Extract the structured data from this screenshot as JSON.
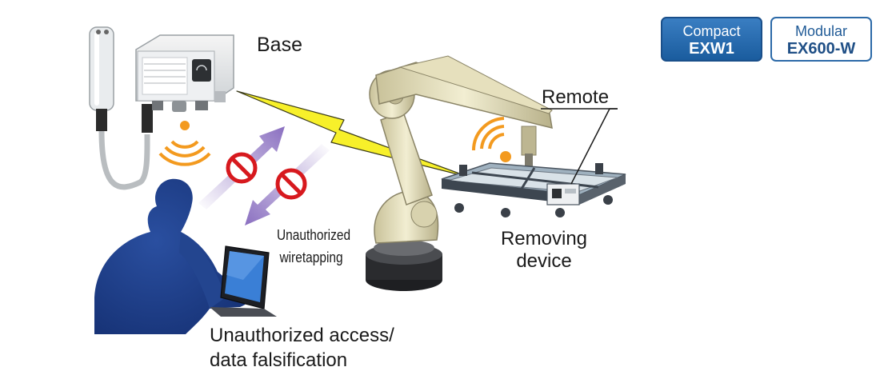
{
  "labels": {
    "base": "Base",
    "remote": "Remote",
    "removing_device": [
      "Removing",
      "device"
    ],
    "wiretapping": [
      "Unauthorized",
      "wiretapping"
    ],
    "access": [
      "Unauthorized access/",
      "data falsification"
    ]
  },
  "badges": {
    "compact": {
      "line1": "Compact",
      "line2": "EXW1"
    },
    "modular": {
      "line1": "Modular",
      "line2": "EX600-W"
    }
  },
  "colors": {
    "wireless_orange": "#f39a1f",
    "lightning_yellow": "#f7f02a",
    "arrow_purple": "#8a6fc0",
    "prohibit_red": "#d7191e",
    "hacker_blue": "#1f3f8c",
    "badge_blue": "#1a5c9e",
    "robot_beige": "#ece7c6"
  },
  "icons": [
    "wireless-signal-icon",
    "prohibited-icon",
    "lightning-bolt-icon"
  ]
}
